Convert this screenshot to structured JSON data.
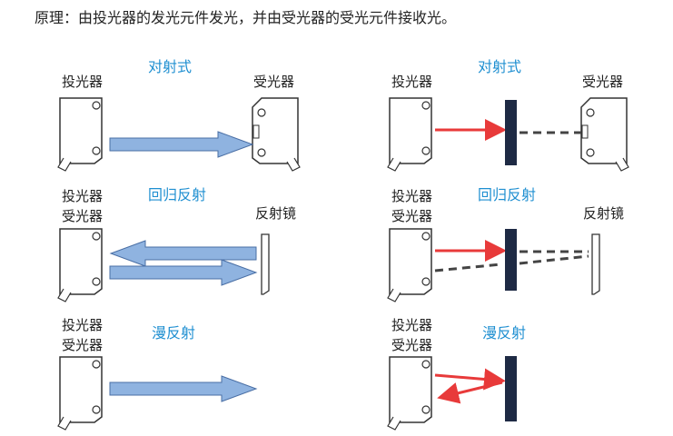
{
  "header": {
    "text": "原理：由投光器的发光元件发光，并由受光器的受光元件接收光。"
  },
  "panels": {
    "through_beam_left": {
      "title": "对射式",
      "emitter_label": "投光器",
      "receiver_label": "受光器"
    },
    "through_beam_right": {
      "title": "对射式",
      "emitter_label": "投光器",
      "receiver_label": "受光器"
    },
    "retro_left": {
      "title": "回归反射",
      "sensor_label_1": "投光器",
      "sensor_label_2": "受光器",
      "reflector_label": "反射镜"
    },
    "retro_right": {
      "title": "回归反射",
      "sensor_label_1": "投光器",
      "sensor_label_2": "受光器",
      "reflector_label": "反射镜"
    },
    "diffuse_left": {
      "title": "漫反射",
      "sensor_label_1": "投光器",
      "sensor_label_2": "受光器"
    },
    "diffuse_right": {
      "title": "漫反射",
      "sensor_label_1": "投光器",
      "sensor_label_2": "受光器"
    }
  },
  "colors": {
    "beam_blue": "#8fb3e0",
    "beam_blue_stroke": "#4a6fa5",
    "beam_red": "#e83a3a",
    "object_dark": "#1e2a44",
    "dash_dark": "#444444",
    "title_blue": "#1f8fd1"
  }
}
